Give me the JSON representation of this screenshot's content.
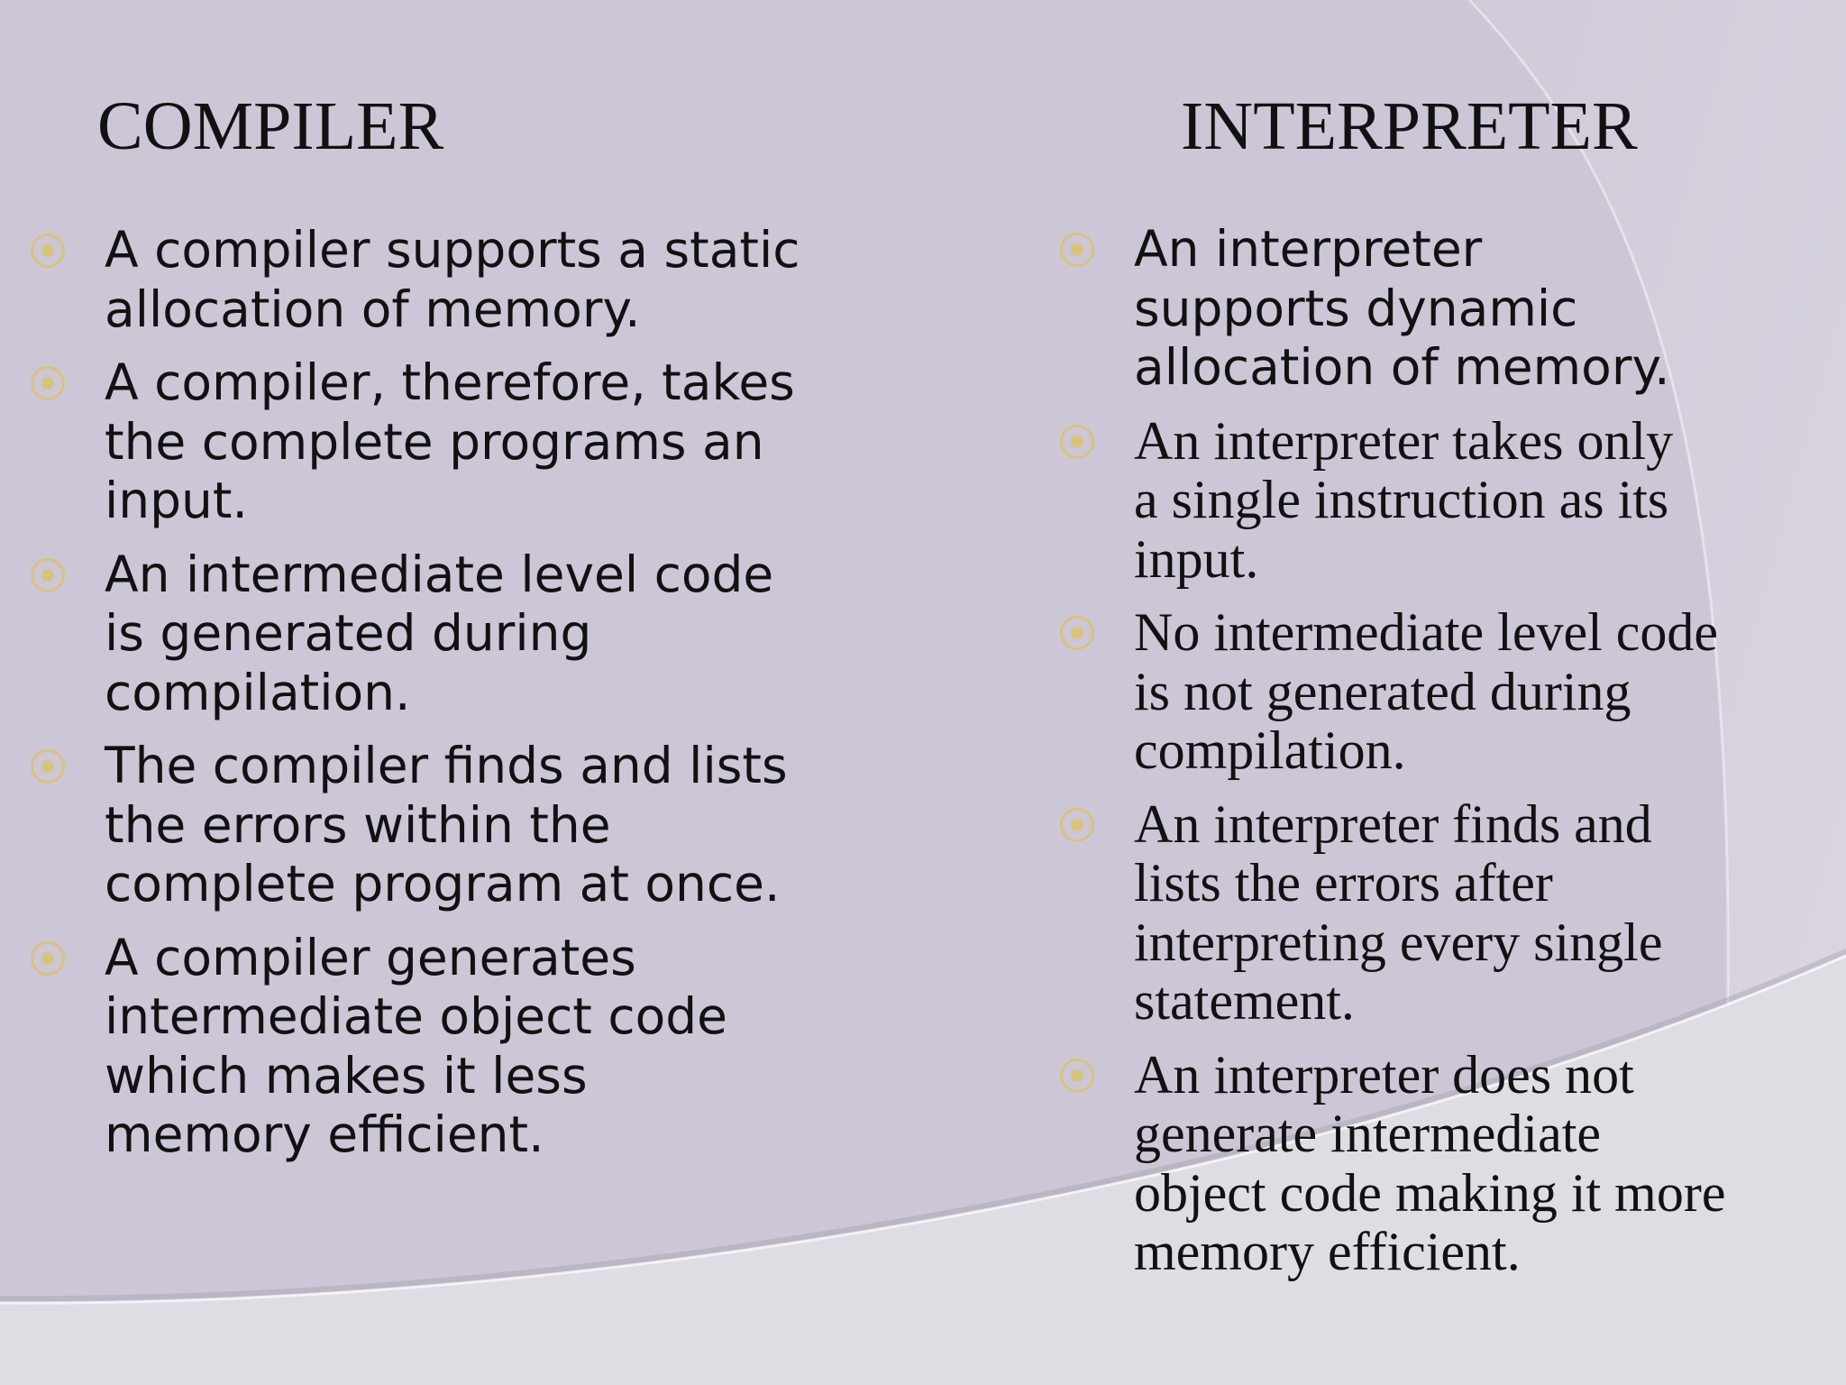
{
  "compiler": {
    "heading": "COMPILER",
    "points": [
      {
        "lines": [
          "A compiler supports a static",
          "allocation of memory."
        ]
      },
      {
        "lines": [
          "A compiler, therefore, takes",
          "the complete programs an",
          "input."
        ]
      },
      {
        "lines": [
          "An intermediate level code",
          "is generated during",
          "compilation."
        ]
      },
      {
        "lines": [
          "The compiler finds and lists",
          "the errors within the",
          "complete program at once."
        ]
      },
      {
        "lines": [
          "A compiler generates",
          "intermediate object code",
          "which makes it less",
          "memory efficient."
        ]
      }
    ]
  },
  "interpreter": {
    "heading": "INTERPRETER",
    "points": [
      {
        "lines": [
          "An interpreter",
          "supports dynamic",
          "allocation of memory."
        ]
      },
      {
        "lines": [
          "An interpreter takes only",
          "a single instruction as its",
          "input."
        ]
      },
      {
        "lines": [
          "No intermediate level code",
          "is not generated during",
          "compilation."
        ]
      },
      {
        "lines": [
          "An interpreter finds and",
          "lists the errors after",
          "interpreting every single",
          "statement."
        ]
      },
      {
        "lines": [
          "An interpreter does not",
          "generate intermediate",
          "object code making it more",
          "memory efficient."
        ]
      }
    ]
  },
  "theme": {
    "bullet_color": "#d6c47e",
    "background": "#cdc6d6"
  }
}
